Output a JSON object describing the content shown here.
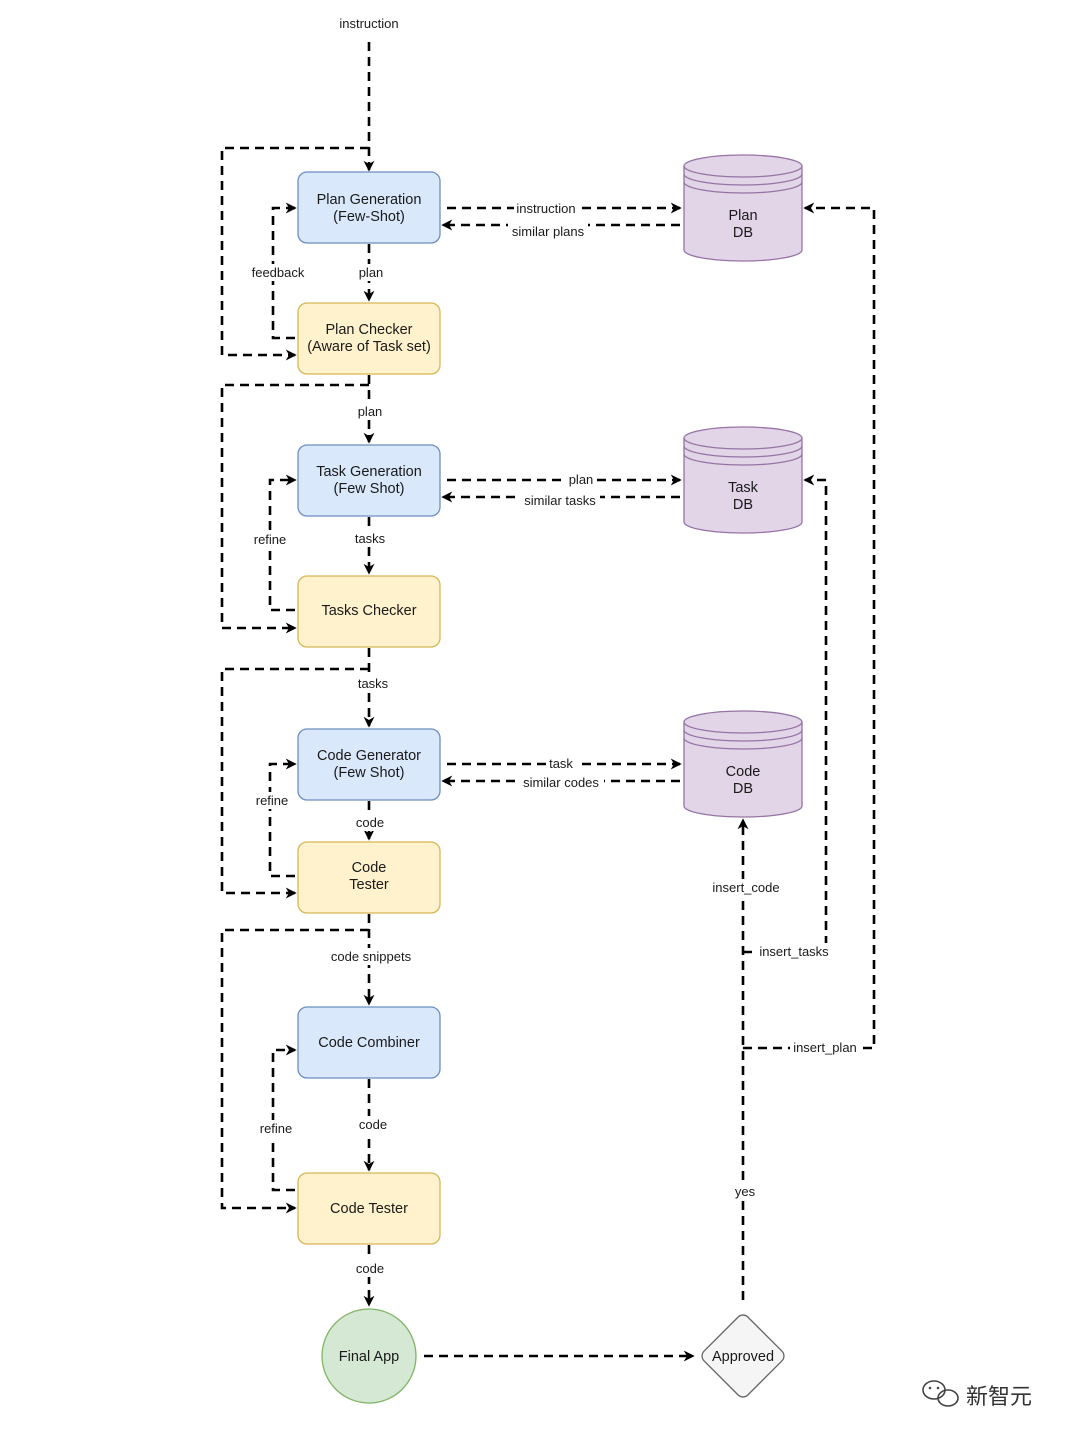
{
  "colors": {
    "process_fill": "#dae8fc",
    "process_stroke": "#6c8ebf",
    "checker_fill": "#fff2cc",
    "checker_stroke": "#d6b656",
    "db_fill": "#e1d5e7",
    "db_stroke": "#9673a6",
    "final_fill": "#d5e8d4",
    "final_stroke": "#82b366",
    "decision_fill": "#f5f5f5",
    "decision_stroke": "#666666"
  },
  "input": {
    "label": "instruction"
  },
  "nodes": {
    "plan_generation": {
      "line1": "Plan Generation",
      "line2": "(Few-Shot)"
    },
    "plan_checker": {
      "line1": "Plan Checker",
      "line2": "(Aware of Task set)"
    },
    "task_generation": {
      "line1": "Task Generation",
      "line2": "(Few Shot)"
    },
    "tasks_checker": {
      "line1": "Tasks Checker"
    },
    "code_generator": {
      "line1": "Code Generator",
      "line2": "(Few Shot)"
    },
    "code_tester_1": {
      "line1": "Code",
      "line2": "Tester"
    },
    "code_combiner": {
      "line1": "Code Combiner"
    },
    "code_tester_2": {
      "line1": "Code Tester"
    },
    "final_app": {
      "line1": "Final App"
    },
    "approved": {
      "line1": "Approved"
    },
    "plan_db": {
      "line1": "Plan",
      "line2": "DB"
    },
    "task_db": {
      "line1": "Task",
      "line2": "DB"
    },
    "code_db": {
      "line1": "Code",
      "line2": "DB"
    }
  },
  "edges": {
    "plan_gen_to_checker": "plan",
    "feedback": "feedback",
    "instruction_to_plan_db": "instruction",
    "similar_plans": "similar plans",
    "checker_to_task_gen": "plan",
    "plan_to_task_db": "plan",
    "similar_tasks": "similar tasks",
    "refine_tasks": "refine",
    "task_gen_to_checker": "tasks",
    "tasks_checker_to_code_gen": "tasks",
    "task_to_code_db": "task",
    "similar_codes": "similar codes",
    "refine_code": "refine",
    "code_gen_to_tester": "code",
    "code_snippets": "code snippets",
    "refine_combiner": "refine",
    "combiner_to_tester": "code",
    "tester_to_final": "code",
    "yes": "yes",
    "insert_code": "insert_code",
    "insert_tasks": "insert_tasks",
    "insert_plan": "insert_plan"
  },
  "watermark": {
    "text": "新智元",
    "icon": "wechat-icon"
  }
}
